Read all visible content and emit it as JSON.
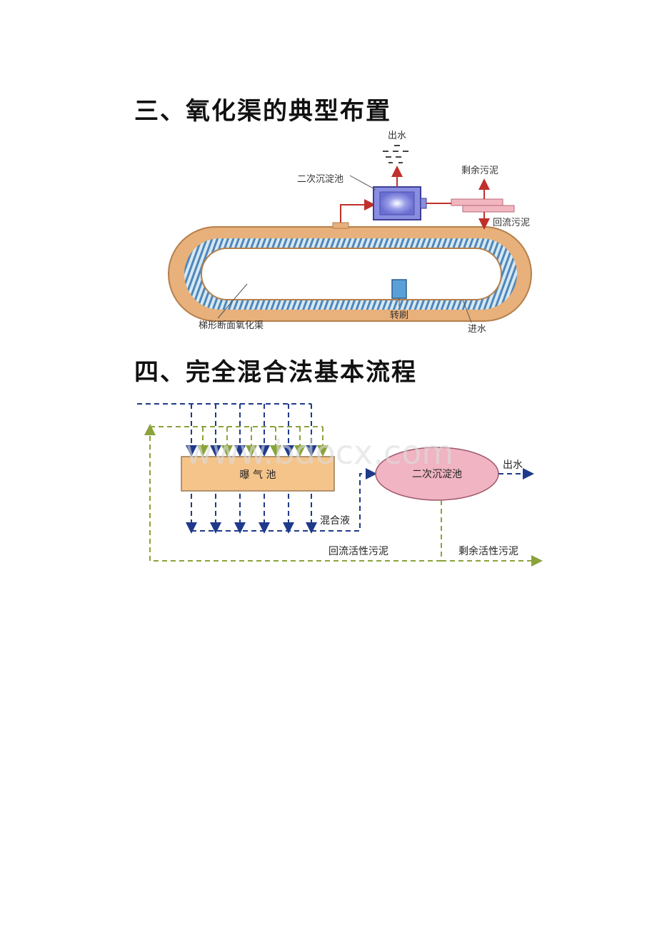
{
  "section3": {
    "title": "三、氧化渠的典型布置",
    "labels": {
      "effluent": "出水",
      "secondary_clarifier": "二次沉淀池",
      "excess_sludge": "剩余污泥",
      "return_sludge": "回流污泥",
      "trapezoid_channel": "梯形断面氧化渠",
      "rotor_brush": "转刷",
      "influent": "进水"
    },
    "colors": {
      "channel": "#e8b07a",
      "inner_strip": "#bcd8ea",
      "clarifier": "#7b7fd8",
      "arrow": "#c0302a",
      "sludge_bar": "#f2b6c0"
    }
  },
  "section4": {
    "title": "四、完全混合法基本流程",
    "labels": {
      "aeration_tank": "曝 气 池",
      "secondary_clarifier": "二次沉淀池",
      "effluent": "出水",
      "mixed_liquor": "混合液",
      "return_activated_sludge": "回流活性污泥",
      "excess_activated_sludge": "剩余活性污泥"
    },
    "watermark": "www.bdocx.com",
    "colors": {
      "blue_flow": "#1f3a8a",
      "green_flow": "#8aa33a",
      "tank_fill": "#f5c48a",
      "clarifier_fill": "#f0b4c2"
    }
  }
}
